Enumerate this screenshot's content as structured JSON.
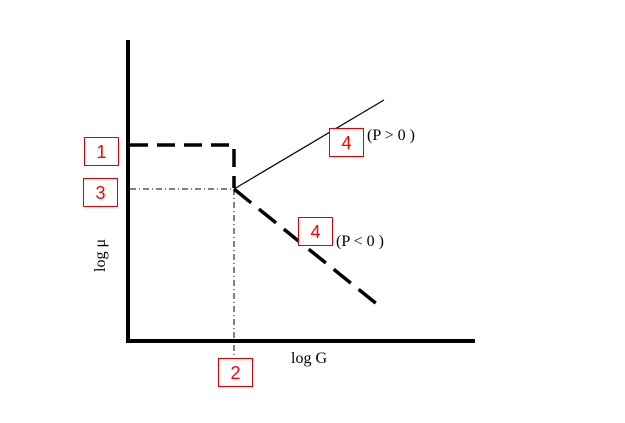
{
  "chart_data": {
    "type": "line",
    "title": "",
    "xlabel": "log G",
    "ylabel": "log μ",
    "grid": false,
    "annotations": [
      {
        "id": "1",
        "position": "y-axis, upper plateau level"
      },
      {
        "id": "2",
        "position": "x-axis, critical log G"
      },
      {
        "id": "3",
        "position": "y-axis, transition level"
      },
      {
        "id": "4",
        "position": "upper branch",
        "label": "(P > 0 )"
      },
      {
        "id": "4",
        "position": "lower branch",
        "label": "(P < 0 )"
      }
    ],
    "series": [
      {
        "name": "plateau",
        "style": "dashed-thick",
        "points": [
          [
            0,
            1.0
          ],
          [
            1,
            1.0
          ],
          [
            1,
            0.75
          ]
        ]
      },
      {
        "name": "P > 0",
        "style": "solid-thin",
        "points": [
          [
            1,
            0.75
          ],
          [
            2.4,
            1.45
          ]
        ]
      },
      {
        "name": "P < 0",
        "style": "dashed-thick",
        "points": [
          [
            1,
            0.75
          ],
          [
            2.4,
            -0.2
          ]
        ]
      },
      {
        "name": "guide-horizontal",
        "style": "dash-dot",
        "points": [
          [
            0,
            0.75
          ],
          [
            1,
            0.75
          ]
        ]
      },
      {
        "name": "guide-vertical",
        "style": "dash-dot",
        "points": [
          [
            1,
            0.75
          ],
          [
            1,
            -0.5
          ]
        ]
      }
    ]
  },
  "axes": {
    "x_label": "log G",
    "y_label": "log μ"
  },
  "badges": {
    "b1": "1",
    "b2": "2",
    "b3": "3",
    "b4a": "4",
    "b4b": "4"
  },
  "labels": {
    "p_pos": "(P > 0 )",
    "p_neg": "(P < 0 )"
  }
}
